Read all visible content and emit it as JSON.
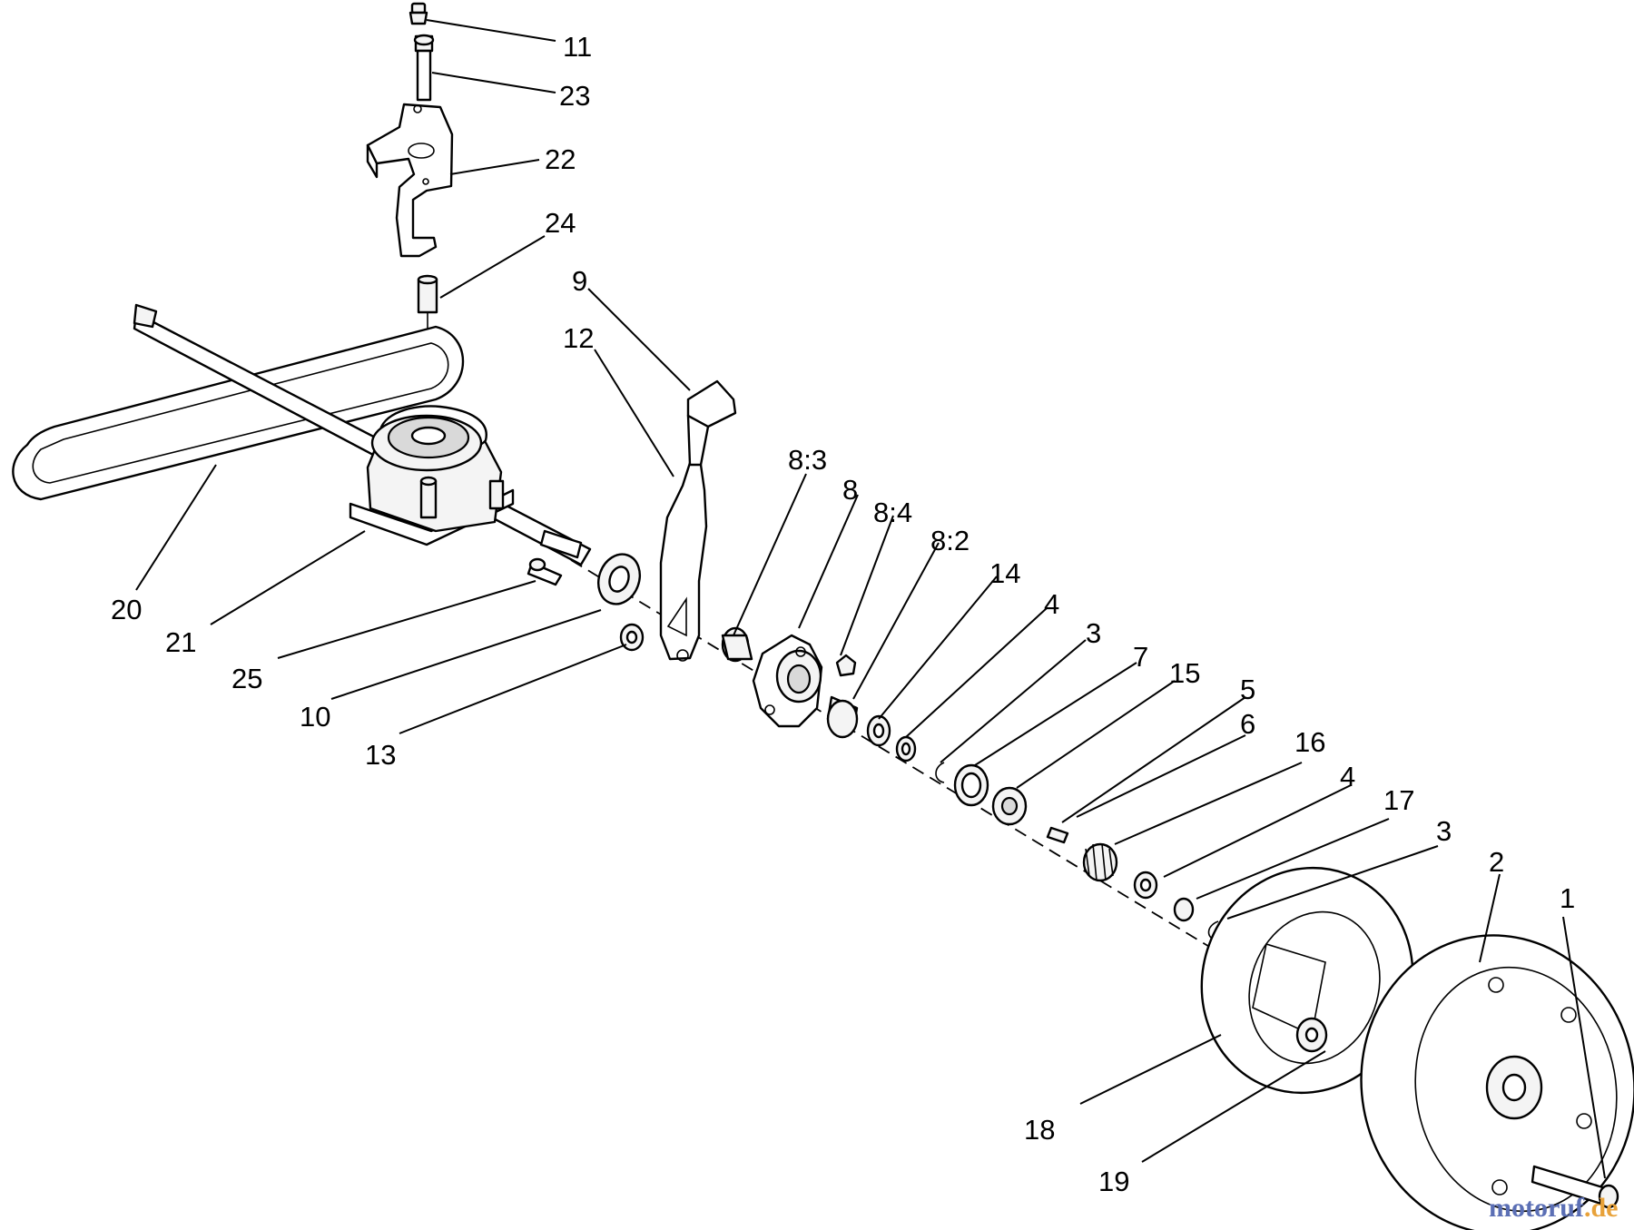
{
  "callouts": [
    {
      "id": "c11",
      "text": "11"
    },
    {
      "id": "c23",
      "text": "23"
    },
    {
      "id": "c22",
      "text": "22"
    },
    {
      "id": "c24",
      "text": "24"
    },
    {
      "id": "c9",
      "text": "9"
    },
    {
      "id": "c12",
      "text": "12"
    },
    {
      "id": "c20",
      "text": "20"
    },
    {
      "id": "c21",
      "text": "21"
    },
    {
      "id": "c25",
      "text": "25"
    },
    {
      "id": "c10",
      "text": "10"
    },
    {
      "id": "c13",
      "text": "13"
    },
    {
      "id": "c8_3",
      "text": "8:3"
    },
    {
      "id": "c8",
      "text": "8"
    },
    {
      "id": "c8_4",
      "text": "8:4"
    },
    {
      "id": "c8_2",
      "text": "8:2"
    },
    {
      "id": "c14",
      "text": "14"
    },
    {
      "id": "c4a",
      "text": "4"
    },
    {
      "id": "c3a",
      "text": "3"
    },
    {
      "id": "c7",
      "text": "7"
    },
    {
      "id": "c15",
      "text": "15"
    },
    {
      "id": "c5",
      "text": "5"
    },
    {
      "id": "c6",
      "text": "6"
    },
    {
      "id": "c16",
      "text": "16"
    },
    {
      "id": "c4b",
      "text": "4"
    },
    {
      "id": "c17",
      "text": "17"
    },
    {
      "id": "c3b",
      "text": "3"
    },
    {
      "id": "c2",
      "text": "2"
    },
    {
      "id": "c1",
      "text": "1"
    },
    {
      "id": "c18",
      "text": "18"
    },
    {
      "id": "c19",
      "text": "19"
    }
  ],
  "watermark": {
    "brand": "motoruf",
    "suffix": ".de"
  }
}
